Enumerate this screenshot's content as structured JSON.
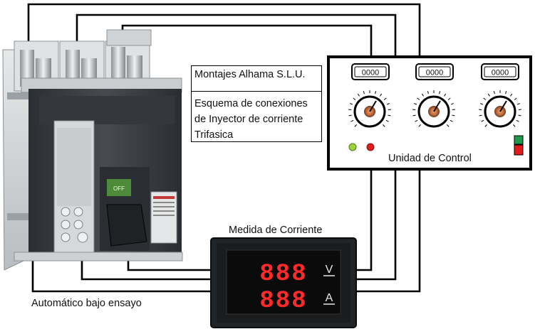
{
  "title_block": {
    "company": "Montajes Alhama S.L.U.",
    "description": "Esquema de conexiones de Inyector de corriente Trifasica"
  },
  "control_unit": {
    "label": "Unidad de Control",
    "displays": [
      "0000",
      "0000",
      "0000"
    ],
    "indicators": [
      "green-led",
      "red-led"
    ]
  },
  "meter": {
    "label": "Medida de Corriente",
    "voltage_reading": "888",
    "current_reading": "888",
    "voltage_unit": "V",
    "current_unit": "A"
  },
  "breaker": {
    "label": "Automático bajo ensayo",
    "handle_text": "OFF"
  },
  "colors": {
    "wire": "#000000",
    "led_green": "#9ad43a",
    "led_red": "#e01b1b",
    "segment_red": "#ff2a2a",
    "breaker_body": "#3b3f44"
  }
}
